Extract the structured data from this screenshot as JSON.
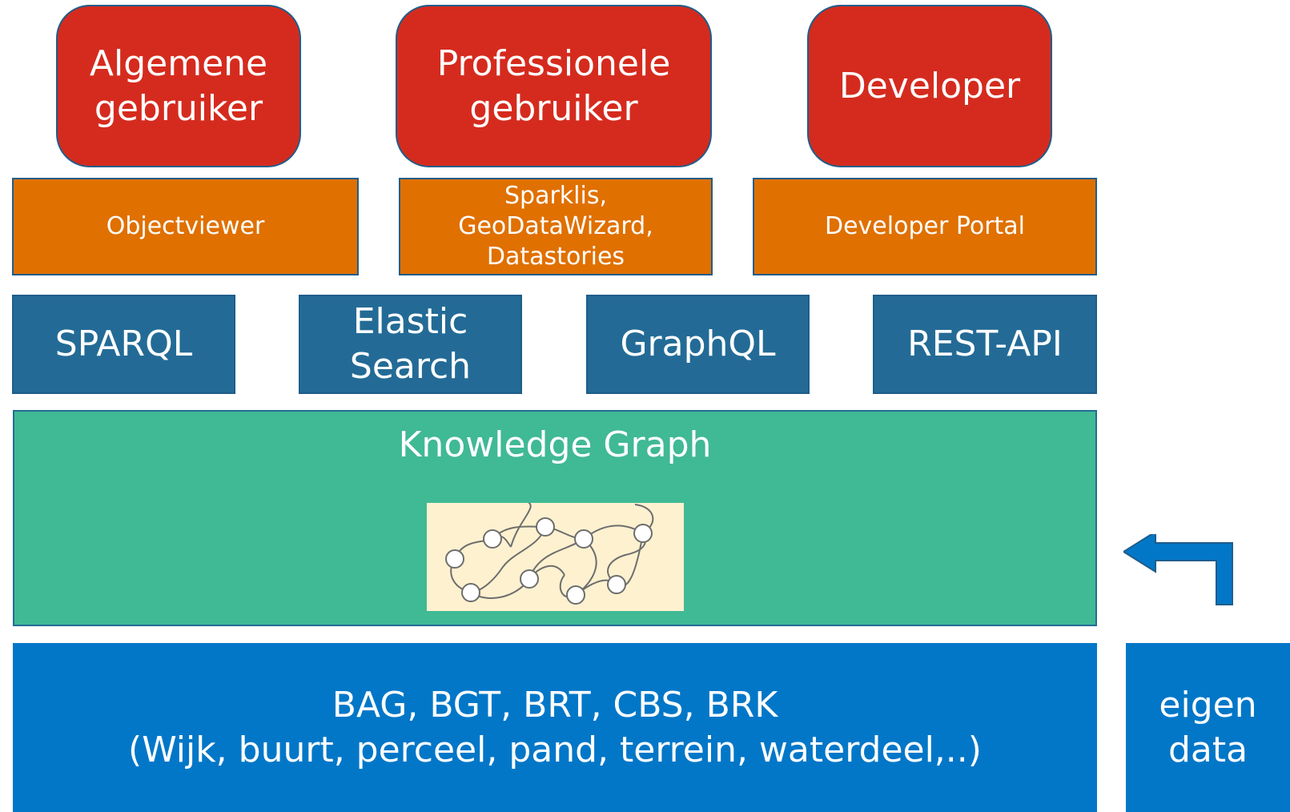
{
  "users": [
    {
      "label": "Algemene\ngebruiker"
    },
    {
      "label": "Professionele\ngebruiker"
    },
    {
      "label": "Developer"
    }
  ],
  "apps": [
    {
      "label": "Objectviewer"
    },
    {
      "label": "Sparklis,\nGeoDataWizard,\nDatastories"
    },
    {
      "label": "Developer Portal"
    }
  ],
  "apis": [
    {
      "label": "SPARQL"
    },
    {
      "label": "Elastic\nSearch"
    },
    {
      "label": "GraphQL"
    },
    {
      "label": "REST-API"
    }
  ],
  "knowledge_graph": {
    "label": "Knowledge Graph",
    "illustration": "network-graph-icon"
  },
  "sources": {
    "label": "BAG, BGT, BRT, CBS, BRK\n(Wijk, buurt, perceel, pand, terrein, waterdeel,..)"
  },
  "own_data": {
    "label": "eigen\ndata",
    "arrow": "arrow-left-icon"
  },
  "colors": {
    "user": "#d52b1e",
    "app": "#e07000",
    "api": "#236b96",
    "knowledge_graph": "#40b995",
    "source": "#0277c8",
    "graph_background": "#fdf1cf"
  }
}
